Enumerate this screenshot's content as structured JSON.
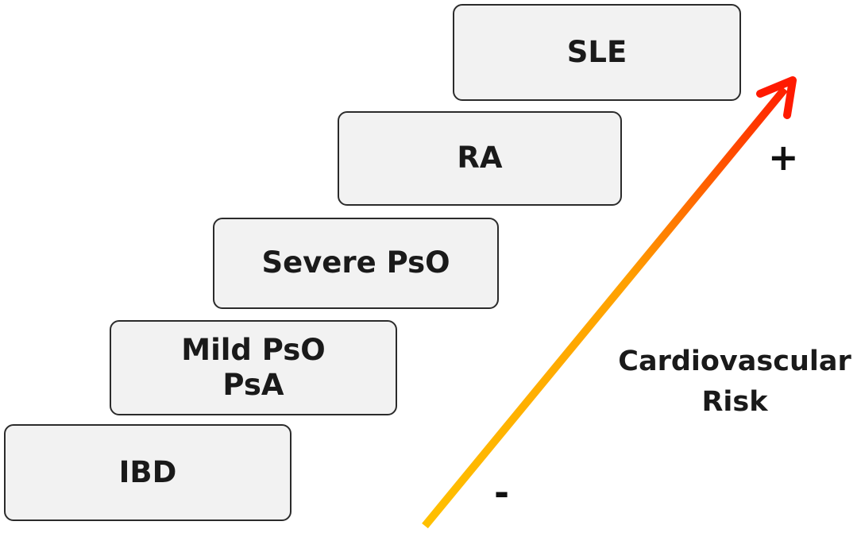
{
  "steps": [
    {
      "id": "sle",
      "lines": [
        "SLE"
      ]
    },
    {
      "id": "ra",
      "lines": [
        "RA"
      ]
    },
    {
      "id": "severe-pso",
      "lines": [
        "Severe PsO"
      ]
    },
    {
      "id": "mild-pso-psa",
      "lines": [
        "Mild PsO",
        "PsA"
      ]
    },
    {
      "id": "ibd",
      "lines": [
        "IBD"
      ]
    }
  ],
  "risk_axis": {
    "label_lines": [
      "Cardiovascular",
      "Risk"
    ],
    "high_marker": "+",
    "low_marker": "-",
    "gradient_start": "#ffc000",
    "gradient_end": "#ff1a00"
  },
  "colors": {
    "box_fill": "#f2f2f2",
    "box_border": "#2b2b2b"
  }
}
